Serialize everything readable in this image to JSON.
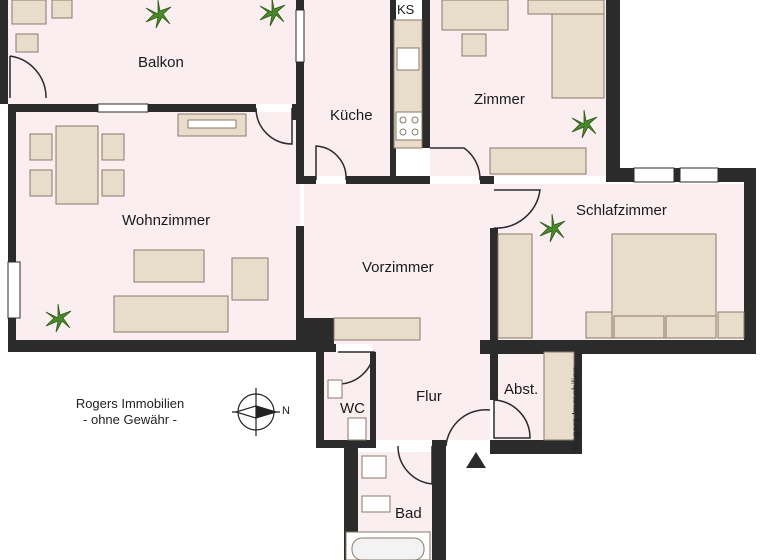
{
  "rooms": {
    "balkon": "Balkon",
    "kueche": "Küche",
    "zimmer": "Zimmer",
    "wohnzimmer": "Wohnzimmer",
    "schlafzimmer": "Schlafzimmer",
    "vorzimmer": "Vorzimmer",
    "flur": "Flur",
    "wc": "WC",
    "abst": "Abst.",
    "bad": "Bad"
  },
  "fixtures": {
    "ks": "KS"
  },
  "compass": {
    "north": "N"
  },
  "notes": {
    "company": "Rogers Immobilien",
    "disclaimer": "- ohne Gewähr -",
    "watermark": "Rogers Immobilien"
  },
  "colors": {
    "wall": "#2b2b2b",
    "floor": "#fbeef1",
    "furniture": "#e8dccb",
    "furniture_stroke": "#8a7a66",
    "plant": "#4b8a2a"
  }
}
